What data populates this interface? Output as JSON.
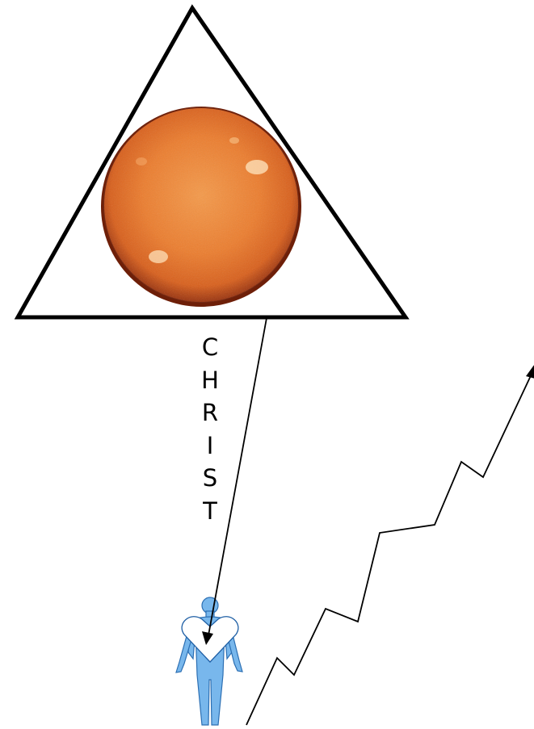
{
  "vertical_word": [
    "C",
    "H",
    "R",
    "I",
    "S",
    "T"
  ],
  "colors": {
    "outline": "#000000",
    "sun_core": "#e8782c",
    "sun_rim": "#8a2a0c",
    "figure": "#78b7ec",
    "heart": "#ffffff"
  },
  "icons": [
    "triangle-icon",
    "sun-icon",
    "human-figure-icon",
    "heart-icon",
    "arrow-icon",
    "zigzag-arrow-icon"
  ]
}
